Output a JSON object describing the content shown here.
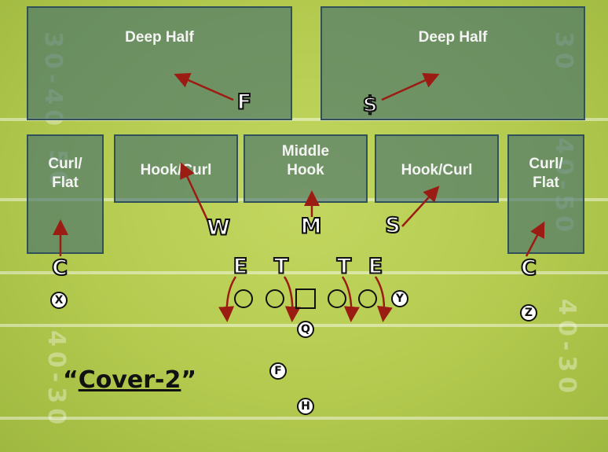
{
  "diagram": {
    "title_open": "“",
    "title_text": "Cover-2",
    "title_close": "”",
    "zones": {
      "deep_half_left": "Deep Half",
      "deep_half_right": "Deep Half",
      "curl_flat_left": "Curl/\nFlat",
      "hook_curl_left": "Hook/Curl",
      "middle_hook": "Middle\nHook",
      "hook_curl_right": "Hook/Curl",
      "curl_flat_right": "Curl/\nFlat"
    },
    "defense": {
      "free_safety": "F",
      "strong_safety": "$",
      "will": "W",
      "mike": "M",
      "sam": "S",
      "corner_left": "C",
      "corner_right": "C",
      "end_left": "E",
      "tackle_left": "T",
      "tackle_right": "T",
      "end_right": "E"
    },
    "offense": {
      "x_receiver": "X",
      "z_receiver": "Z",
      "tight_end": "Y",
      "quarterback": "Q",
      "fullback": "F",
      "halfback": "H"
    },
    "colors": {
      "field": "#b3ca4f",
      "zone_fill": "#426e6e",
      "arrow": "#9b1c12",
      "player_text": "#ffffff"
    },
    "yard_numbers": {
      "left_upper": "30-40",
      "left_middle": "50",
      "left_lower": "40-30",
      "right_upper": "30",
      "right_middle": "40-50",
      "right_lower": "40-30"
    }
  }
}
